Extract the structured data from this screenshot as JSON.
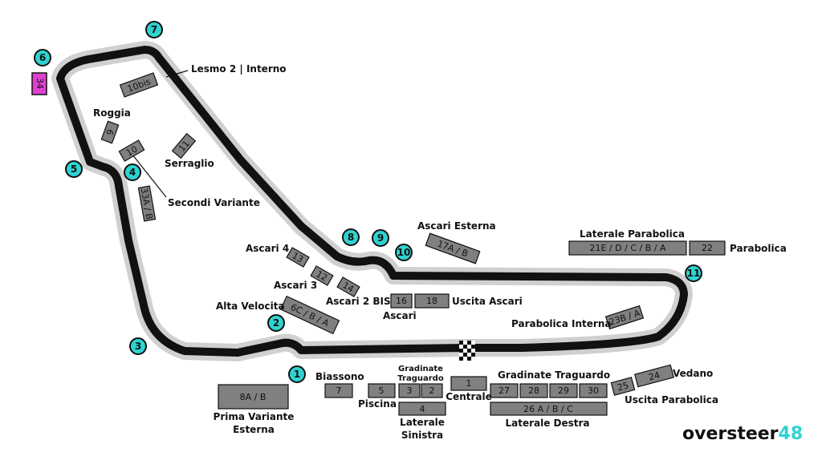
{
  "map": {
    "corners": [
      "1",
      "2",
      "3",
      "4",
      "5",
      "6",
      "7",
      "8",
      "9",
      "10",
      "11"
    ],
    "grandstands": {
      "g34": "34",
      "g10bis": "10bis",
      "g9": "9",
      "g10": "10",
      "g11": "11",
      "g33": "33A / B",
      "g13": "13",
      "g12": "12",
      "g14": "14",
      "g6c": "6C / B / A",
      "g17": "17A / B",
      "g16": "16",
      "g18": "18",
      "g21": "21E / D / C / B / A",
      "g22": "22",
      "g23b": "23B / A",
      "g8a": "8A / B",
      "g7": "7",
      "g5": "5",
      "g3": "3",
      "g2": "2",
      "g4": "4",
      "g1": "1",
      "g27": "27",
      "g28": "28",
      "g29": "29",
      "g30": "30",
      "g26": "26 A / B / C",
      "g25": "25",
      "g24": "24"
    },
    "labels": {
      "lesmo": "Lesmo 2 | Interno",
      "roggia": "Roggia",
      "serraglio": "Serraglio",
      "secondi": "Secondi Variante",
      "ascari_esterna": "Ascari Esterna",
      "laterale_parabolica": "Laterale Parabolica",
      "parabolica": "Parabolica",
      "ascari4": "Ascari 4",
      "ascari3": "Ascari 3",
      "ascari2bis": "Ascari 2 BIS",
      "uscita_ascari": "Uscita Ascari",
      "ascari": "Ascari",
      "alta_velocita": "Alta Velocita",
      "parabolica_interna": "Parabolica Interna",
      "vedano": "Vedano",
      "uscita_parabolica": "Uscita Parabolica",
      "biassono": "Biassono",
      "gradinate_traguardo_small_1": "Gradinate",
      "gradinate_traguardo_small_2": "Traguardo",
      "gradinate_traguardo": "Gradinate Traguardo",
      "piscina": "Piscina",
      "centrale": "Centrale",
      "laterale_sinistra_1": "Laterale",
      "laterale_sinistra_2": "Sinistra",
      "laterale_destra": "Laterale Destra",
      "prima_variante_1": "Prima Variante",
      "prima_variante_2": "Esterna"
    },
    "logo": {
      "part1": "oversteer",
      "part2": "48"
    },
    "colors": {
      "track": "#111111",
      "runoff": "#d0d0d0",
      "corner_fill": "#2fd3d0",
      "grandstand": "#808080",
      "highlight": "#e040d0",
      "logo_accent": "#2fd3d0"
    }
  }
}
